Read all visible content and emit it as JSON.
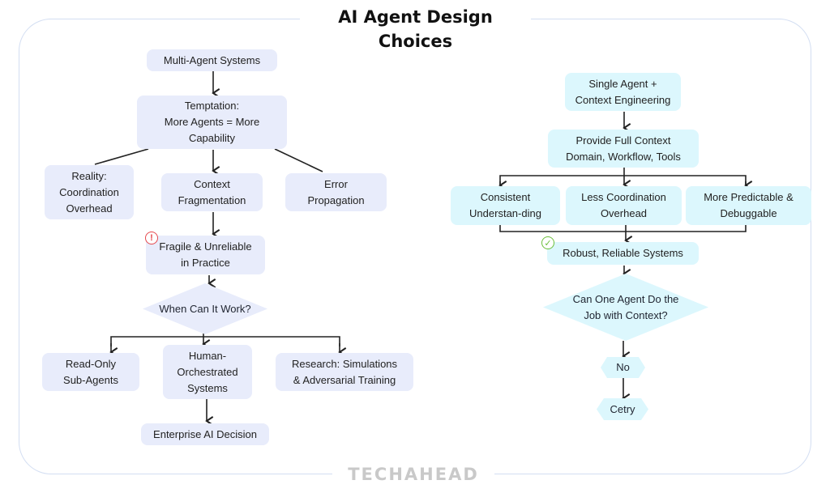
{
  "title": "AI Agent Design Choices",
  "brand": "TECHAHEAD",
  "colors": {
    "left_node_fill": "#e8ecfb",
    "right_node_fill": "#dcf7fd",
    "frame_border": "#d3def2",
    "warning": "#e5484d",
    "success": "#6bbf3b"
  },
  "left_flow": {
    "multi_agent": "Multi-Agent Systems",
    "temptation": "Temptation:\nMore Agents = More\nCapability",
    "reality": "Reality:\nCoordination\nOverhead",
    "context_frag": "Context\nFragmentation",
    "error_prop": "Error\nPropagation",
    "fragile": "Fragile & Unreliable\nin Practice",
    "fragile_icon": "warning-icon",
    "when_work": "When Can It Work?",
    "read_only": "Read-Only\nSub-Agents",
    "human_orch": "Human-\nOrchestrated\nSystems",
    "research": "Research: Simulations\n& Adversarial Training",
    "enterprise": "Enterprise AI Decision"
  },
  "right_flow": {
    "single_agent": "Single Agent +\nContext Engineering",
    "full_context": "Provide Full Context\nDomain, Workflow, Tools",
    "consistent": "Consistent\nUnderstan-ding",
    "less_coord": "Less Coordination\nOverhead",
    "predictable": "More Predictable &\nDebuggable",
    "robust": "Robust, Reliable Systems",
    "robust_icon": "check-circle-icon",
    "can_one": "Can One Agent Do the\nJob with Context?",
    "no": "No",
    "cetry": "Cetry"
  },
  "icons": {
    "warning_glyph": "!",
    "check_glyph": "✓"
  }
}
